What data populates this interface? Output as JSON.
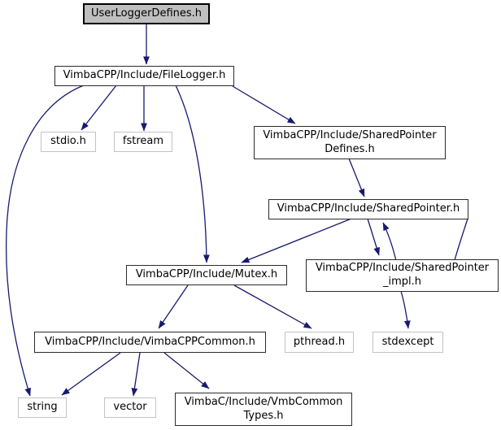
{
  "diagram": {
    "type": "include-dependency-graph",
    "colors": {
      "edge": "#191970",
      "node_fill": "#ffffff",
      "current_node_fill": "#bfbfbf",
      "node_border": "#2b2b2b",
      "external_node_border": "#c3c3c3",
      "text": "#000000",
      "background": "#ffffff"
    },
    "nodes": {
      "userLoggerDefines": {
        "label": "UserLoggerDefines.h",
        "kind": "current"
      },
      "fileLogger": {
        "label": "VimbaCPP/Include/FileLogger.h",
        "kind": "internal"
      },
      "stdio": {
        "label": "stdio.h",
        "kind": "external"
      },
      "fstream": {
        "label": "fstream",
        "kind": "external"
      },
      "sharedPointerDefines": {
        "label": "VimbaCPP/Include/SharedPointer\nDefines.h",
        "kind": "internal"
      },
      "sharedPointer": {
        "label": "VimbaCPP/Include/SharedPointer.h",
        "kind": "internal"
      },
      "sharedPointerImpl": {
        "label": "VimbaCPP/Include/SharedPointer\n_impl.h",
        "kind": "internal"
      },
      "mutex": {
        "label": "VimbaCPP/Include/Mutex.h",
        "kind": "internal"
      },
      "vimbaCppCommon": {
        "label": "VimbaCPP/Include/VimbaCPPCommon.h",
        "kind": "internal"
      },
      "pthread": {
        "label": "pthread.h",
        "kind": "external"
      },
      "stdexcept": {
        "label": "stdexcept",
        "kind": "external"
      },
      "string": {
        "label": "string",
        "kind": "external"
      },
      "vector": {
        "label": "vector",
        "kind": "external"
      },
      "vmbCommonTypes": {
        "label": "VimbaC/Include/VmbCommon\nTypes.h",
        "kind": "internal"
      }
    },
    "edges": [
      {
        "from": "UserLoggerDefines.h",
        "to": "VimbaCPP/Include/FileLogger.h"
      },
      {
        "from": "VimbaCPP/Include/FileLogger.h",
        "to": "stdio.h"
      },
      {
        "from": "VimbaCPP/Include/FileLogger.h",
        "to": "fstream"
      },
      {
        "from": "VimbaCPP/Include/FileLogger.h",
        "to": "string"
      },
      {
        "from": "VimbaCPP/Include/FileLogger.h",
        "to": "VimbaCPP/Include/Mutex.h"
      },
      {
        "from": "VimbaCPP/Include/FileLogger.h",
        "to": "VimbaCPP/Include/SharedPointerDefines.h"
      },
      {
        "from": "VimbaCPP/Include/SharedPointerDefines.h",
        "to": "VimbaCPP/Include/SharedPointer.h"
      },
      {
        "from": "VimbaCPP/Include/SharedPointer.h",
        "to": "VimbaCPP/Include/SharedPointer_impl.h"
      },
      {
        "from": "VimbaCPP/Include/SharedPointer_impl.h",
        "to": "VimbaCPP/Include/SharedPointer.h"
      },
      {
        "from": "VimbaCPP/Include/SharedPointer.h",
        "to": "VimbaCPP/Include/Mutex.h"
      },
      {
        "from": "VimbaCPP/Include/SharedPointer_impl.h",
        "to": "stdexcept"
      },
      {
        "from": "VimbaCPP/Include/Mutex.h",
        "to": "VimbaCPP/Include/VimbaCPPCommon.h"
      },
      {
        "from": "VimbaCPP/Include/Mutex.h",
        "to": "pthread.h"
      },
      {
        "from": "VimbaCPP/Include/VimbaCPPCommon.h",
        "to": "string"
      },
      {
        "from": "VimbaCPP/Include/VimbaCPPCommon.h",
        "to": "vector"
      },
      {
        "from": "VimbaCPP/Include/VimbaCPPCommon.h",
        "to": "VimbaC/Include/VmbCommonTypes.h"
      }
    ]
  }
}
